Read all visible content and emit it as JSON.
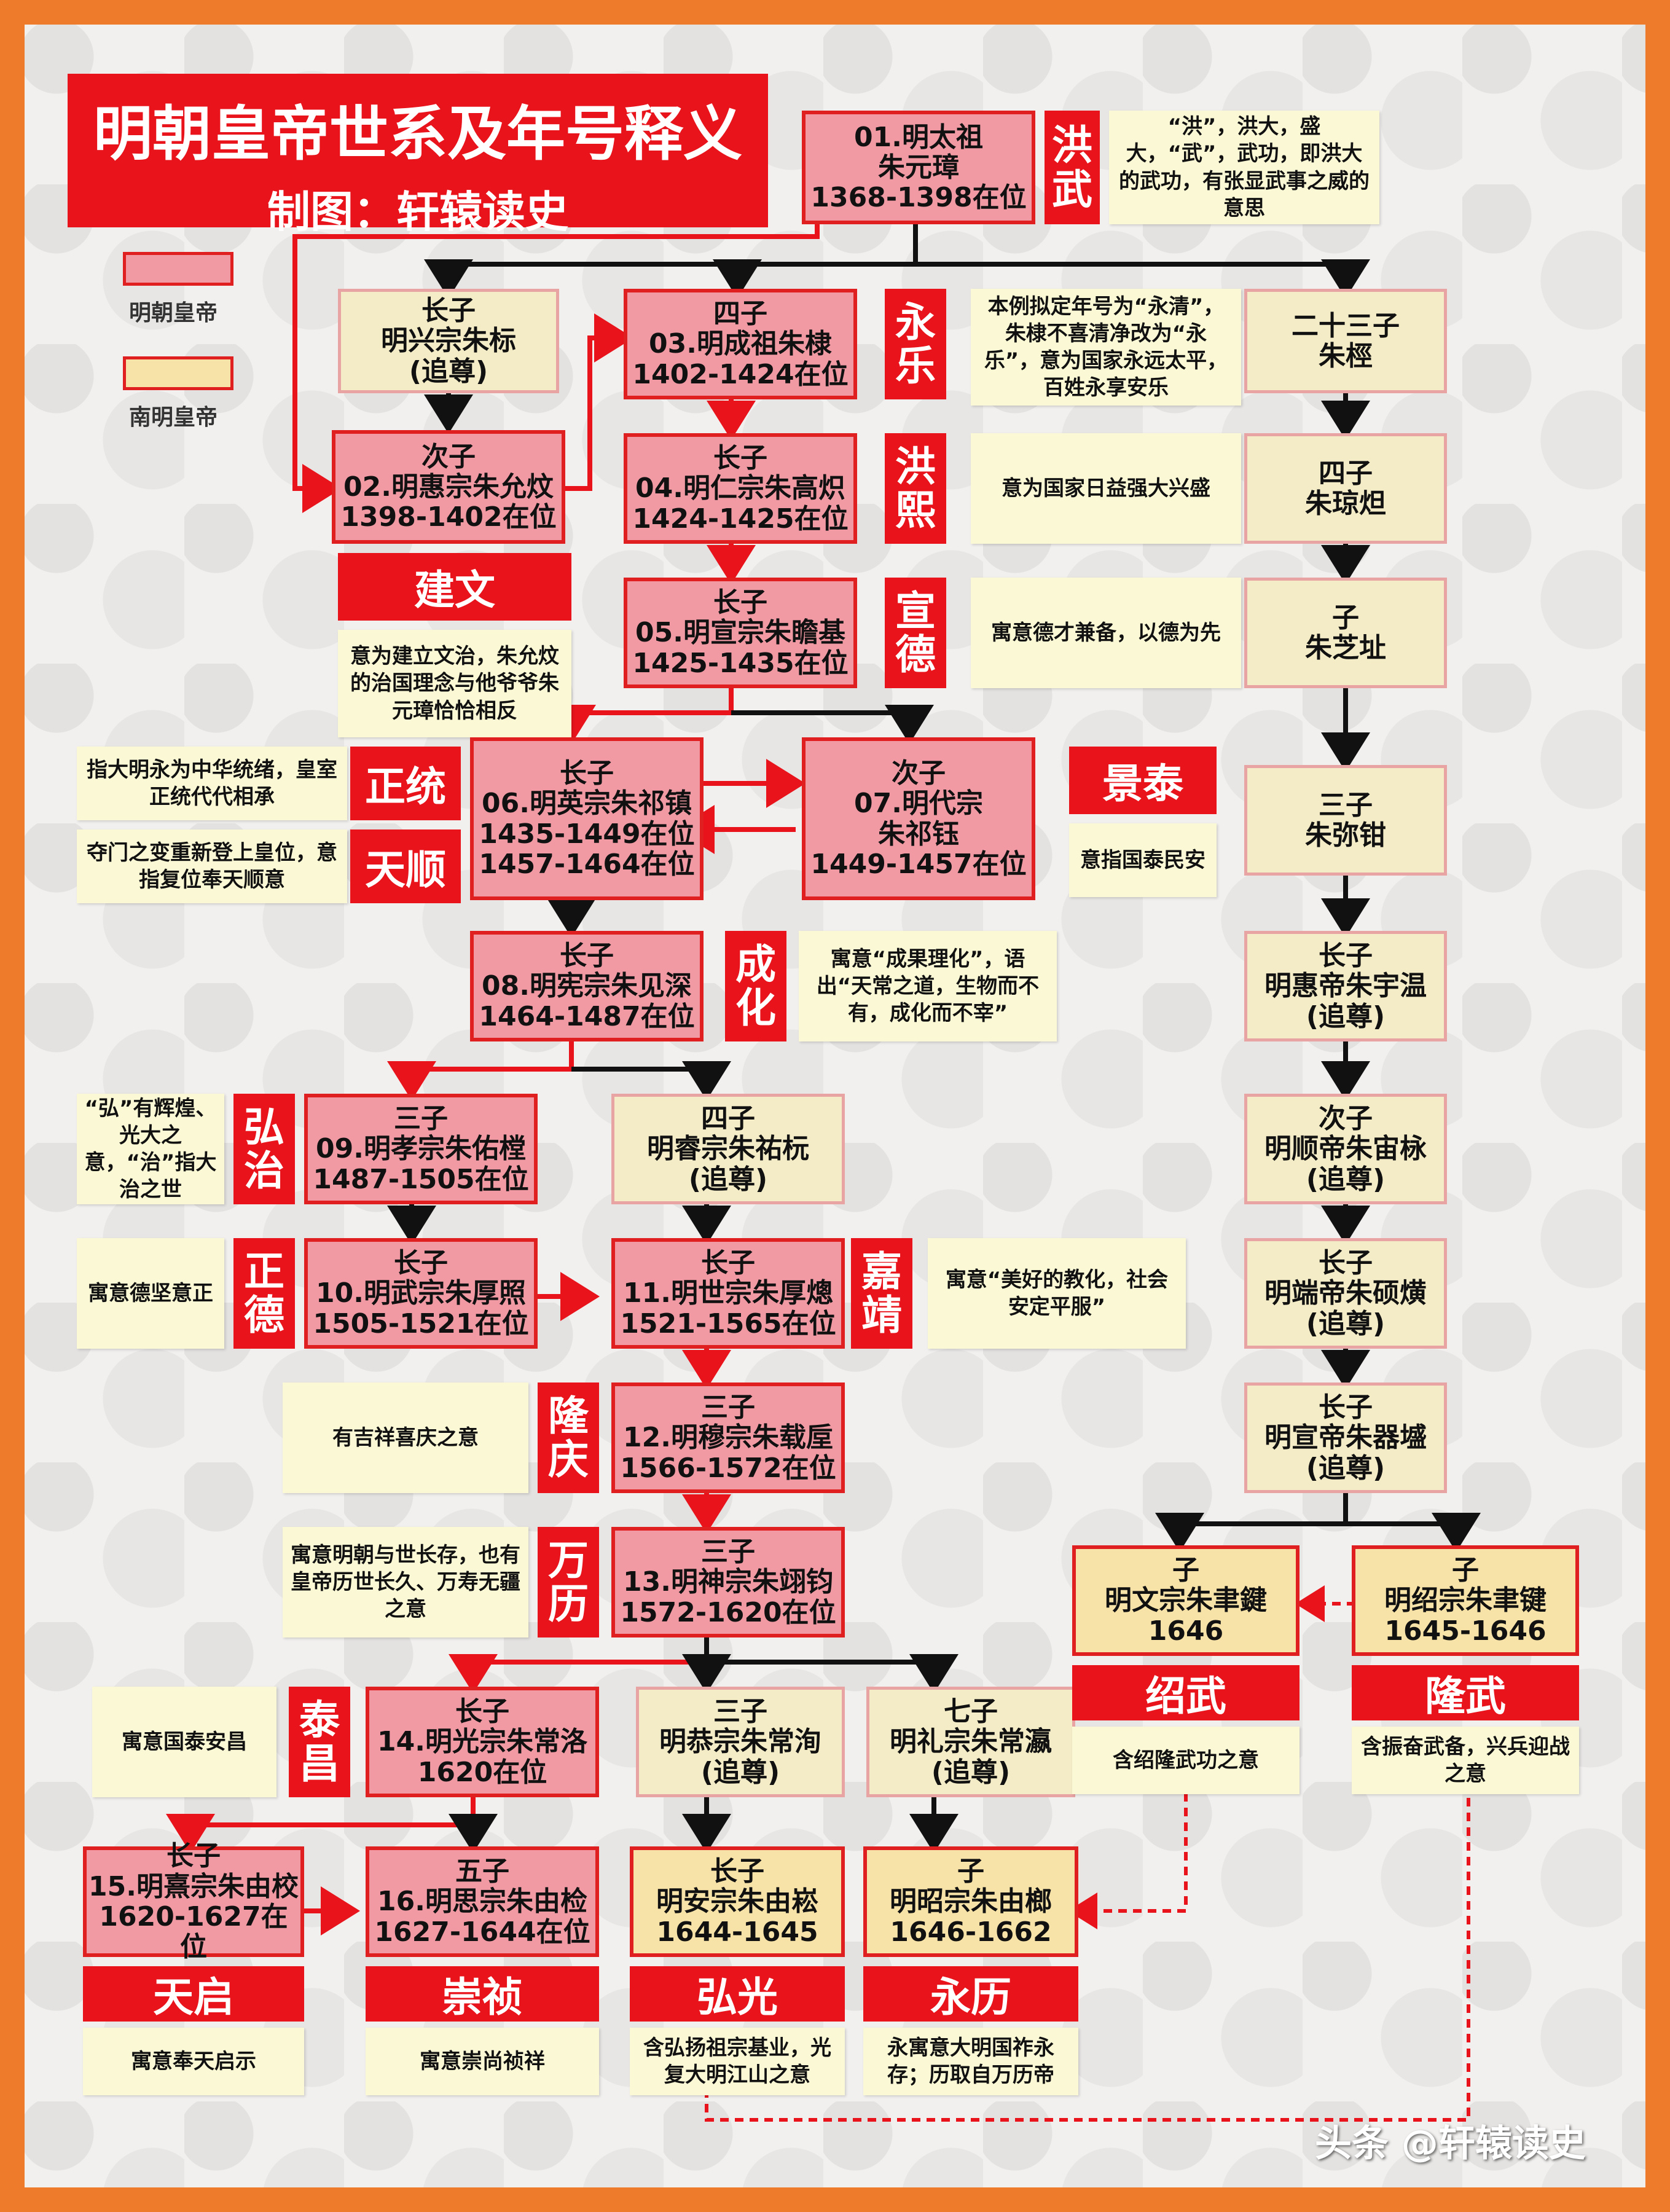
{
  "header": {
    "title": "明朝皇帝世系及年号释义",
    "subtitle": "制图：轩辕读史"
  },
  "legend": {
    "ming_label": "明朝皇帝",
    "south_label": "南明皇帝"
  },
  "colors": {
    "ming_fill": "#f19aa4",
    "south_fill": "#f7e3a8",
    "posthumous_fill": "#f3ecc6",
    "accent_red": "#e8131b",
    "frame_orange": "#ee7b2c"
  },
  "emperors": {
    "e01": {
      "line1": "01.明太祖",
      "line2": "朱元璋",
      "line3": "1368-1398在位"
    },
    "zhubiao": {
      "line1": "长子",
      "line2": "明兴宗朱标",
      "line3": "(追尊)"
    },
    "e02": {
      "line1": "次子",
      "line2": "02.明惠宗朱允炆",
      "line3": "1398-1402在位"
    },
    "e03": {
      "line1": "四子",
      "line2": "03.明成祖朱棣",
      "line3": "1402-1424在位"
    },
    "e04": {
      "line1": "长子",
      "line2": "04.明仁宗朱高炽",
      "line3": "1424-1425在位"
    },
    "e05": {
      "line1": "长子",
      "line2": "05.明宣宗朱瞻基",
      "line3": "1425-1435在位"
    },
    "e06": {
      "line1": "长子",
      "line2": "06.明英宗朱祁镇",
      "line3": "1435-1449在位",
      "line4": "1457-1464在位"
    },
    "e07": {
      "line1": "次子",
      "line2": "07.明代宗",
      "line3": "朱祁钰",
      "line4": "1449-1457在位"
    },
    "e08": {
      "line1": "长子",
      "line2": "08.明宪宗朱见深",
      "line3": "1464-1487在位"
    },
    "e09": {
      "line1": "三子",
      "line2": "09.明孝宗朱佑樘",
      "line3": "1487-1505在位"
    },
    "zhuyouyuan": {
      "line1": "四子",
      "line2": "明睿宗朱祐杬",
      "line3": "(追尊)"
    },
    "e10": {
      "line1": "长子",
      "line2": "10.明武宗朱厚照",
      "line3": "1505-1521在位"
    },
    "e11": {
      "line1": "长子",
      "line2": "11.明世宗朱厚熜",
      "line3": "1521-1565在位"
    },
    "e12": {
      "line1": "三子",
      "line2": "12.明穆宗朱载垕",
      "line3": "1566-1572在位"
    },
    "e13": {
      "line1": "三子",
      "line2": "13.明神宗朱翊钧",
      "line3": "1572-1620在位"
    },
    "e14": {
      "line1": "长子",
      "line2": "14.明光宗朱常洛",
      "line3": "1620在位"
    },
    "zhuchangxun": {
      "line1": "三子",
      "line2": "明恭宗朱常洵",
      "line3": "(追尊)"
    },
    "zhuchangying": {
      "line1": "七子",
      "line2": "明礼宗朱常瀛",
      "line3": "(追尊)"
    },
    "e15": {
      "line1": "长子",
      "line2": "15.明熹宗朱由校",
      "line3": "1620-1627在位"
    },
    "e16": {
      "line1": "五子",
      "line2": "16.明思宗朱由检",
      "line3": "1627-1644在位"
    },
    "hongguang": {
      "line1": "长子",
      "line2": "明安宗朱由崧",
      "line3": "1644-1645"
    },
    "yongli": {
      "line1": "子",
      "line2": "明昭宗朱由榔",
      "line3": "1646-1662"
    },
    "zhujing": {
      "line1": "二十三子",
      "line2": "朱桱"
    },
    "zhuqiongju": {
      "line1": "四子",
      "line2": "朱琼炟"
    },
    "zhuzhizhi": {
      "line1": "子",
      "line2": "朱芝址"
    },
    "zhumijun": {
      "line1": "三子",
      "line2": "朱弥钳"
    },
    "zhuyuwen": {
      "line1": "长子",
      "line2": "明惠帝朱宇温",
      "line3": "(追尊)"
    },
    "zhuyoulai": {
      "line1": "次子",
      "line2": "明顺帝朱宙栐",
      "line3": "(追尊)"
    },
    "zhushuohuang": {
      "line1": "长子",
      "line2": "明端帝朱硕熿",
      "line3": "(追尊)"
    },
    "zhuqiyi": {
      "line1": "长子",
      "line2": "明宣帝朱器墭",
      "line3": "(追尊)"
    },
    "longwu": {
      "line1": "子",
      "line2": "明文宗朱聿鍵",
      "line3": "1646"
    },
    "shaowu": {
      "line1": "子",
      "line2": "明绍宗朱聿键",
      "line3": "1645-1646"
    }
  },
  "nianhao": {
    "hongwu": {
      "c1": "洪",
      "c2": "武"
    },
    "jianwen": "建文",
    "yongle": {
      "c1": "永",
      "c2": "乐"
    },
    "hongxi": {
      "c1": "洪",
      "c2": "熙"
    },
    "xuande": {
      "c1": "宣",
      "c2": "德"
    },
    "zhengtong": "正统",
    "tianshun": "天顺",
    "jingtai": "景泰",
    "chenghua": {
      "c1": "成",
      "c2": "化"
    },
    "hongzhi": {
      "c1": "弘",
      "c2": "治"
    },
    "zhengde": {
      "c1": "正",
      "c2": "德"
    },
    "jiajing": {
      "c1": "嘉",
      "c2": "靖"
    },
    "longqing": {
      "c1": "隆",
      "c2": "庆"
    },
    "wanli": {
      "c1": "万",
      "c2": "历"
    },
    "taichang": {
      "c1": "泰",
      "c2": "昌"
    },
    "tianqi": "天启",
    "chongzhen": "崇祯",
    "hongguang": "弘光",
    "yongli": "永历",
    "shaowu": "绍武",
    "longwu": "隆武"
  },
  "notes": {
    "hongwu": "“洪”，洪大，盛大，“武”，武功，即洪大的武功，有张显武事之威的意思",
    "yongle": "本例拟定年号为“永清”，朱棣不喜清净改为“永乐”，意为国家永远太平，百姓永享安乐",
    "hongxi": "意为国家日益强大兴盛",
    "xuande": "寓意德才兼备，以德为先",
    "jianwen": "意为建立文治，朱允炆的治国理念与他爷爷朱元璋恰恰相反",
    "zhengtong": "指大明永为中华统绪，皇室正统代代相承",
    "tianshun": "夺门之变重新登上皇位，意指复位奉天顺意",
    "jingtai": "意指国泰民安",
    "chenghua": "寓意“成果理化”，语出“天常之道，生物而不有，成化而不宰”",
    "hongzhi": "“弘”有辉煌、光大之意，“治”指大治之世",
    "zhengde": "寓意德坚意正",
    "jiajing": "寓意“美好的教化，社会安定平服”",
    "longqing": "有吉祥喜庆之意",
    "wanli": "寓意明朝与世长存，也有皇帝历世长久、万寿无疆之意",
    "taichang": "寓意国泰安昌",
    "tianqi": "寓意奉天启示",
    "chongzhen": "寓意崇尚祯祥",
    "hongguang": "含弘扬祖宗基业，光复大明江山之意",
    "yongli": "永寓意大明国祚永存；历取自万历帝",
    "shaowu": "含绍隆武功之意",
    "longwu": "含振奋武备，兴兵迎战之意"
  },
  "footer": {
    "watermark": "头条 @轩辕读史"
  }
}
